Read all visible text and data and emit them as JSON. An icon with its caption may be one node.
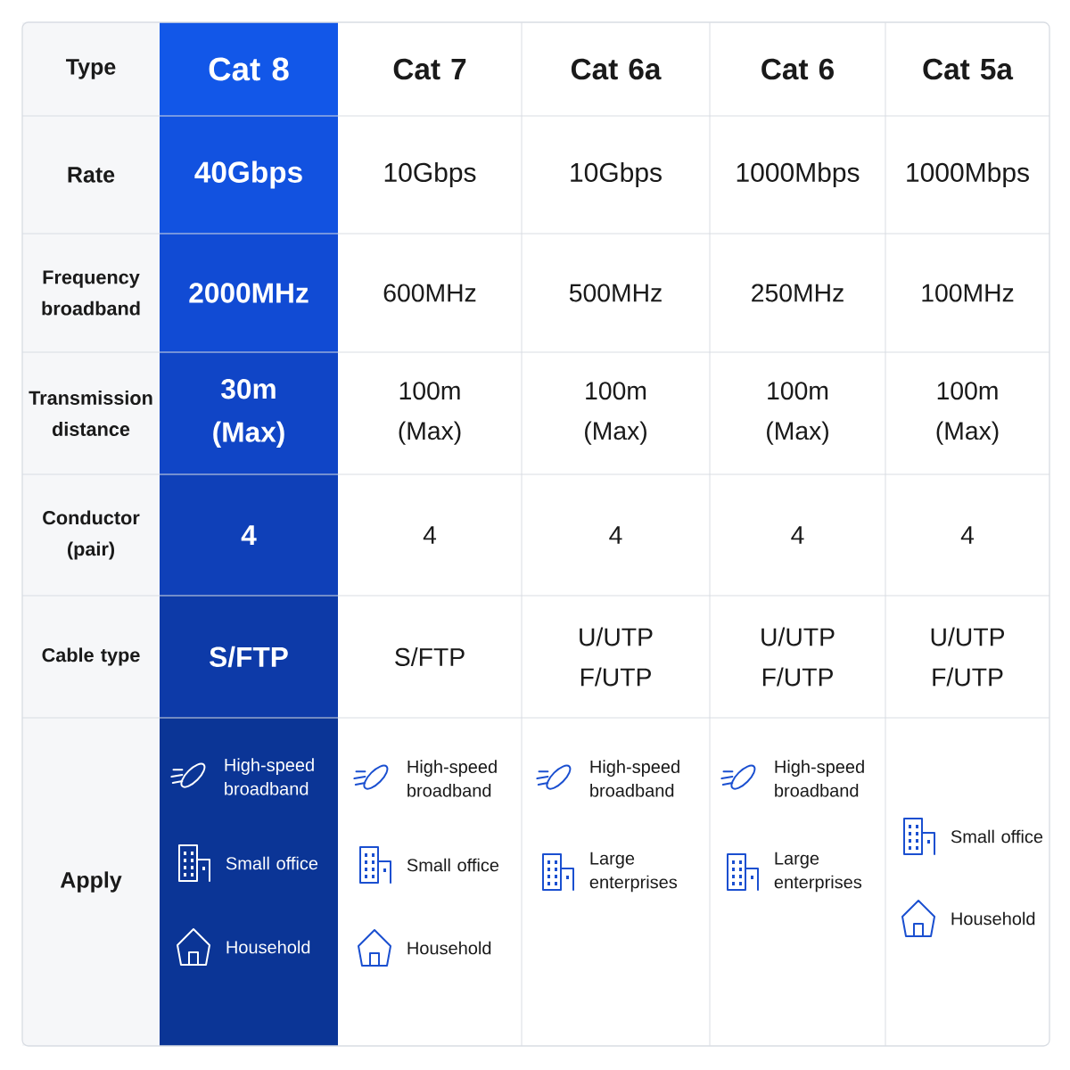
{
  "diagram": {
    "labels": [
      "Type",
      "Cat 8",
      "Cat 7",
      "Cat 6a",
      "Cat 6",
      "Cat 5a",
      "Rate",
      "40Gbps",
      "10Gbps",
      "10Gbps",
      "1000Mbps",
      "1000Mbps",
      "Frequency broadband",
      "2000MHz",
      "600MHz",
      "500MHz",
      "250MHz",
      "100MHz",
      "Transmission distance",
      "30m (Max)",
      "100m (Max)",
      "100m (Max)",
      "100m (Max)",
      "100m (Max)",
      "Conductor (pair)",
      "4",
      "4",
      "4",
      "4",
      "4",
      "Cable type",
      "S/FTP",
      "S/FTP",
      "U/UTP F/UTP",
      "U/UTP F/UTP",
      "U/UTP F/UTP",
      "Apply",
      "High-speed broadband",
      "Small office",
      "Household",
      "High-speed broadband",
      "Small office",
      "Household",
      "High-speed broadband",
      "Large enterprises",
      "High-speed broadband",
      "Large enterprises",
      "Small office",
      "Household"
    ]
  }
}
